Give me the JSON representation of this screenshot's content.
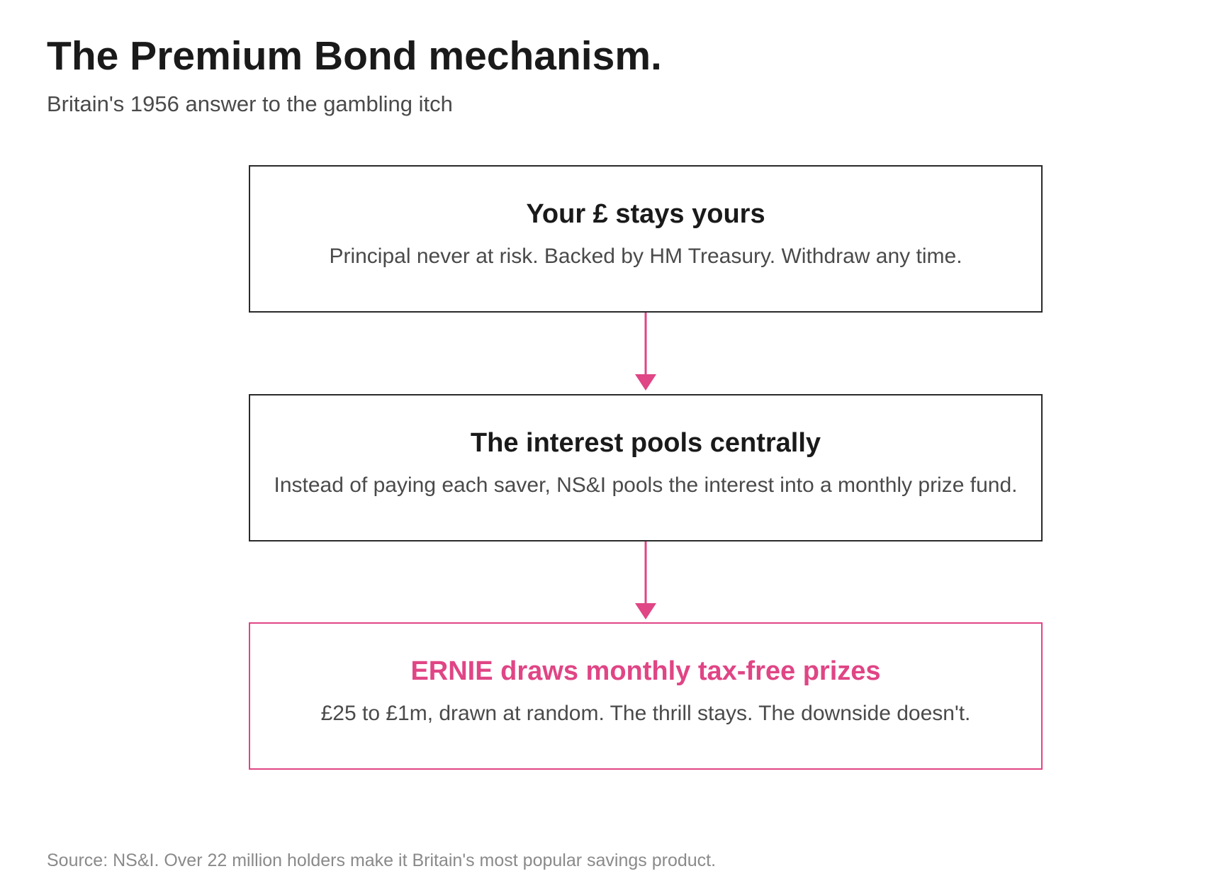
{
  "header": {
    "title": "The Premium Bond mechanism.",
    "subtitle": "Britain's 1956 answer to the gambling itch"
  },
  "steps": [
    {
      "title": "Your £ stays yours",
      "description": "Principal never at risk. Backed by HM Treasury. Withdraw any time."
    },
    {
      "title": "The interest pools centrally",
      "description": "Instead of paying each saver, NS&I pools the interest into a monthly prize fund."
    },
    {
      "title": "ERNIE draws monthly tax-free prizes",
      "description": "£25 to £1m, drawn at random. The thrill stays. The downside doesn't."
    }
  ],
  "footer": {
    "source": "Source: NS&I. Over 22 million holders make it Britain's most popular savings product."
  },
  "colors": {
    "accent": "#e04585",
    "box_border": "#2a2a2a",
    "title_text": "#1a1a1a",
    "body_text": "#4a4a4a",
    "footer_text": "#8a8a8a"
  }
}
